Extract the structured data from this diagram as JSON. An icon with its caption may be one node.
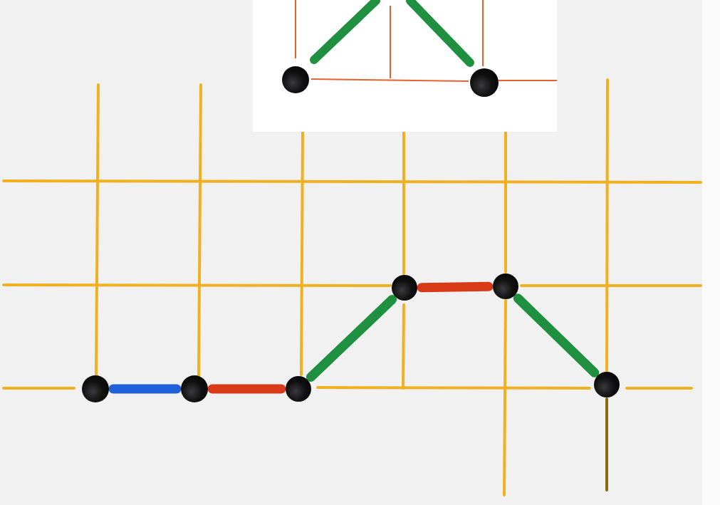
{
  "diagram": {
    "nodes": [
      {
        "text": [],
        "shape": "circle"
      },
      {
        "text": [],
        "shape": "circle"
      },
      {
        "text": [],
        "shape": "circle"
      },
      {
        "text": [],
        "shape": "circle"
      },
      {
        "text": [],
        "shape": "circle"
      },
      {
        "text": [],
        "shape": "circle"
      },
      {
        "text": [],
        "shape": "circle"
      },
      {
        "text": [],
        "shape": "circle"
      }
    ],
    "edges": [
      {
        "from": 2,
        "to": 3,
        "arrow": "none",
        "color": "#2060d8"
      },
      {
        "from": 3,
        "to": 4,
        "arrow": "none",
        "color": "#d83a18"
      },
      {
        "from": 4,
        "to": 5,
        "arrow": "none",
        "color": "#1e9040"
      },
      {
        "from": 5,
        "to": 6,
        "arrow": "none",
        "color": "#d83a18"
      },
      {
        "from": 6,
        "to": 7,
        "arrow": "none",
        "color": "#1e9040"
      }
    ]
  }
}
